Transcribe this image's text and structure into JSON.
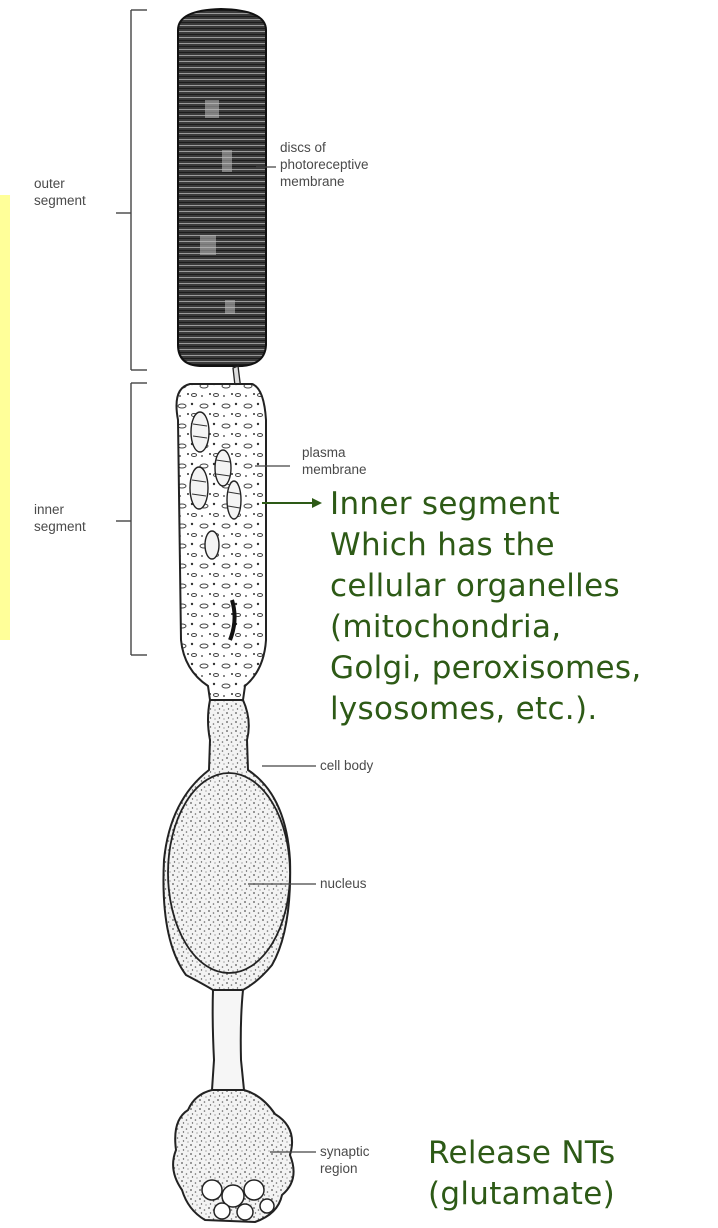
{
  "labels": {
    "outer_segment": "outer\nsegment",
    "inner_segment": "inner\nsegment",
    "discs": "discs of\nphotoreceptive\nmembrane",
    "plasma_membrane": "plasma\nmembrane",
    "cell_body": "cell body",
    "nucleus": "nucleus",
    "synaptic_region": "synaptic\nregion"
  },
  "notes": {
    "inner_segment": "Inner segment\nWhich has the\ncellular organelles\n(mitochondria,\nGolgi, peroxisomes,\nlysosomes, etc.).",
    "synapse": "Release NTs\n(glutamate)"
  },
  "colors": {
    "note_text": "#2d5a16",
    "highlight": "#ffff99",
    "ink": "#333333"
  }
}
